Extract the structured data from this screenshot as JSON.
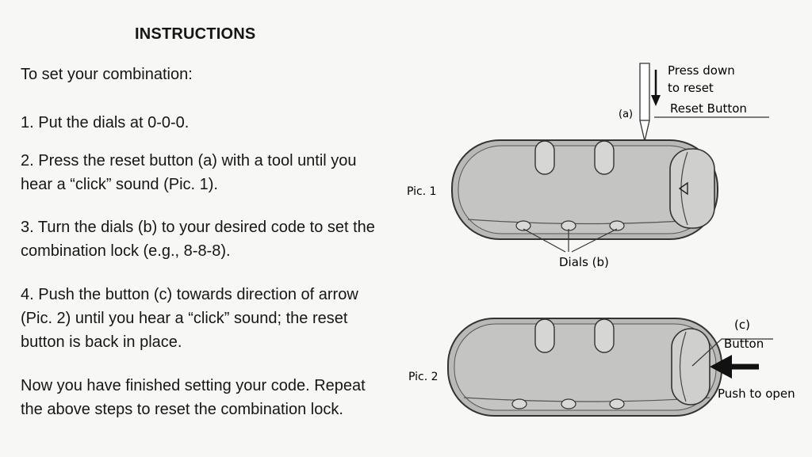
{
  "heading": "INSTRUCTIONS",
  "intro": "To set your combination:",
  "steps": [
    "1. Put the dials at 0-0-0.",
    "2. Press the reset button (a) with a tool until you hear a “click” sound (Pic. 1).",
    "3. Turn the dials (b) to your desired code to set the combination lock (e.g., 8-8-8).",
    "4. Push the button (c) towards direction of arrow (Pic. 2) until you hear a “click” sound; the reset button is back in place."
  ],
  "closing": "Now you have finished setting your code. Repeat the above steps to reset the combination lock.",
  "pic1": {
    "label": "Pic. 1",
    "press_down_1": "Press down",
    "press_down_2": "to reset",
    "reset_button": "Reset Button",
    "a_label": "(a)",
    "dials_label": "Dials (b)"
  },
  "pic2": {
    "label": "Pic. 2",
    "c_label": "(c)",
    "button_label": "Button",
    "push_label": "Push to open"
  }
}
